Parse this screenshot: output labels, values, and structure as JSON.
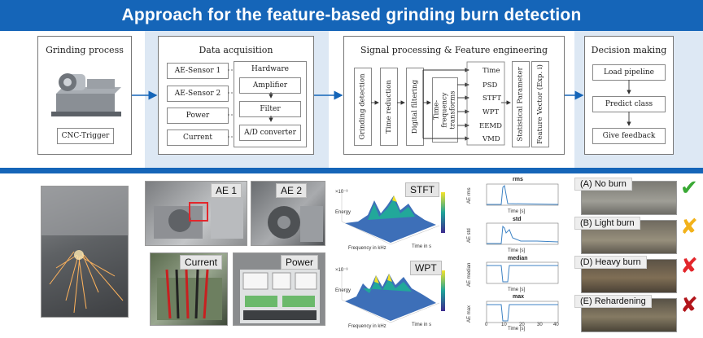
{
  "title": "Approach for the feature-based grinding burn detection",
  "grinding": {
    "title": "Grinding process",
    "trigger": "CNC-Trigger"
  },
  "acquisition": {
    "title": "Data acquisition",
    "sensors": [
      "AE-Sensor 1",
      "AE-Sensor 2",
      "Power",
      "Current"
    ],
    "hardware_title": "Hardware",
    "hardware": [
      "Amplifier",
      "Filter",
      "A/D converter"
    ]
  },
  "signal": {
    "title": "Signal processing & Feature engineering",
    "steps": [
      "Grinding detection",
      "Time reduction",
      "Digital filtering",
      "Time-frequency transforms"
    ],
    "outputs": [
      "Time",
      "PSD",
      "STFT",
      "WPT",
      "EEMD",
      "VMD"
    ],
    "statistical": "Statistical Parameter",
    "feature_vector": "Feature Vector (Exp. i)"
  },
  "decision": {
    "title": "Decision making",
    "steps": [
      "Load pipeline",
      "Predict class",
      "Give feedback"
    ]
  },
  "photos": {
    "ae1": "AE 1",
    "ae2": "AE 2",
    "current": "Current",
    "power": "Power"
  },
  "spectra": {
    "stft": "STFT",
    "wpt": "WPT",
    "xlabel": "Frequency in kHz",
    "ylabel": "Time in s",
    "zlabel": "Energy",
    "exp": "×10⁻³"
  },
  "plots": {
    "titles": [
      "rms",
      "std",
      "median",
      "max"
    ],
    "ylabels": [
      "AE rms",
      "AE std",
      "AE median",
      "AE max"
    ],
    "xlabel": "Time [s]",
    "xticks": [
      "0",
      "10",
      "20",
      "30",
      "40"
    ]
  },
  "burns": {
    "labels": [
      "(A) No burn",
      "(B) Light burn",
      "(D) Heavy burn",
      "(E) Rehardening"
    ],
    "marks": [
      "✔",
      "✘",
      "✘",
      "✘"
    ],
    "colors": [
      "#3aa935",
      "#f2b21b",
      "#e3262b",
      "#b2151b"
    ]
  },
  "colors": {
    "accent": "#1565b8",
    "band": "#dde8f4",
    "annotation": "#e3262b"
  }
}
